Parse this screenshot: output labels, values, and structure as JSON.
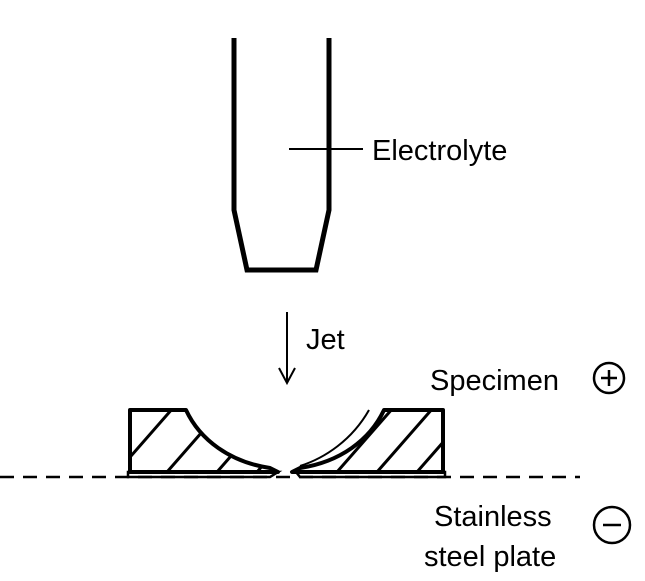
{
  "diagram": {
    "labels": {
      "electrolyte": "Electrolyte",
      "jet": "Jet",
      "specimen": "Specimen",
      "plate_line1": "Stainless",
      "plate_line2": "steel plate"
    },
    "polarity": {
      "specimen": "+",
      "plate": "−"
    },
    "colors": {
      "ink": "#000000",
      "background": "#ffffff"
    }
  }
}
